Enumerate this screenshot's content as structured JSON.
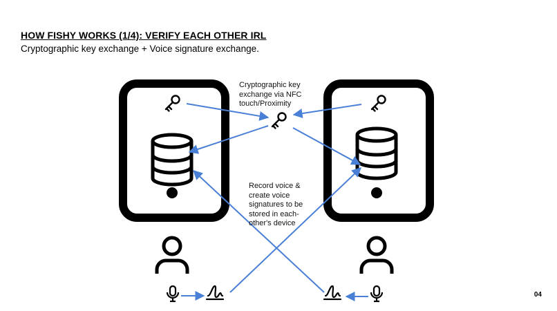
{
  "slide": {
    "title": "HOW FISHY WORKS (1/4): VERIFY EACH OTHER IRL",
    "subtitle": "Cryptographic key exchange + Voice signature exchange.",
    "page_number": "04"
  },
  "annotations": {
    "key_exchange": "Cryptographic key exchange via NFC touch/Proximity",
    "voice_signature": "Record voice & create voice signatures to be stored in each-other's device"
  },
  "colors": {
    "arrow": "#4a7fd6",
    "ink": "#000000",
    "background": "#ffffff"
  },
  "icons": [
    "phone-frame-icon",
    "key-icon",
    "database-icon",
    "person-icon",
    "microphone-icon",
    "signature-icon"
  ]
}
